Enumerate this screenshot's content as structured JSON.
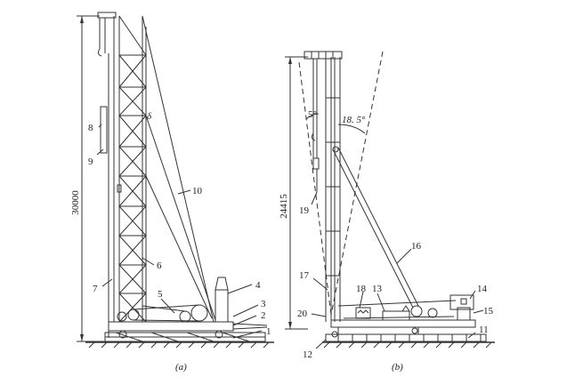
{
  "rigA": {
    "labels": {
      "l1": "1",
      "l2": "2",
      "l3": "3",
      "l4": "4",
      "l5": "5",
      "l6": "6",
      "l7": "7",
      "l8": "8",
      "l9": "9",
      "l10": "10",
      "delta": "δ"
    },
    "height_dim": "30000",
    "caption": "(a)"
  },
  "rigB": {
    "labels": {
      "l11": "11",
      "l12": "12",
      "l13": "13",
      "l14": "14",
      "l15": "15",
      "l16": "16",
      "l17": "17",
      "l18": "18",
      "l19": "19",
      "l20": "20"
    },
    "height_dim": "24415",
    "angle_small": "5°",
    "angle_large": "18. 5°",
    "caption": "(b)"
  }
}
